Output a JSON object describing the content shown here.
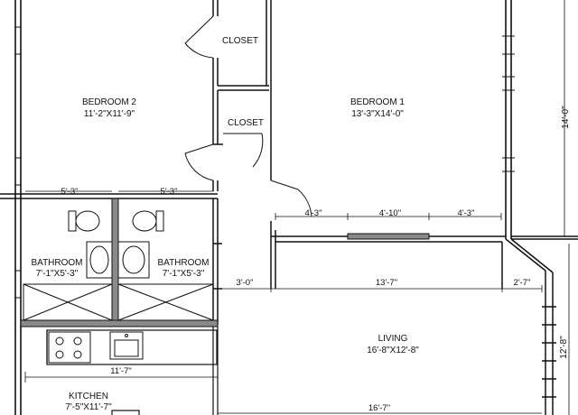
{
  "rooms": {
    "bedroom2": {
      "name": "BEDROOM 2",
      "size": "11'-2\"X11'-9\""
    },
    "bedroom1": {
      "name": "BEDROOM 1",
      "size": "13'-3\"X14'-0\""
    },
    "closet_a": {
      "name": "CLOSET"
    },
    "closet_b": {
      "name": "CLOSET"
    },
    "bath_left": {
      "name": "BATHROOM",
      "size": "7'-1\"X5'-3\""
    },
    "bath_right": {
      "name": "BATHROOM",
      "size": "7'-1\"X5'-3\""
    },
    "living": {
      "name": "LIVING",
      "size": "16'-8\"X12'-8\""
    },
    "kitchen": {
      "name": "KITCHEN",
      "size": "7'-5\"X11'-7\""
    }
  },
  "dimensions": {
    "bath_left_width": "5'-3\"",
    "bath_right_width": "5'-3\"",
    "b1_left_seg": "4'-3\"",
    "b1_mid_seg": "4'-10\"",
    "b1_right_seg": "4'-3\"",
    "b1_height": "14'-0\"",
    "hall": "3'-0\"",
    "living_top": "13'-7\"",
    "bay": "2'-7\"",
    "kitchen_width": "11'-7\"",
    "living_bottom": "16'-7\"",
    "living_height": "12'-8\""
  },
  "colors": {
    "wall": "#111111",
    "partition": "#8a8a8a",
    "line": "#222222"
  }
}
